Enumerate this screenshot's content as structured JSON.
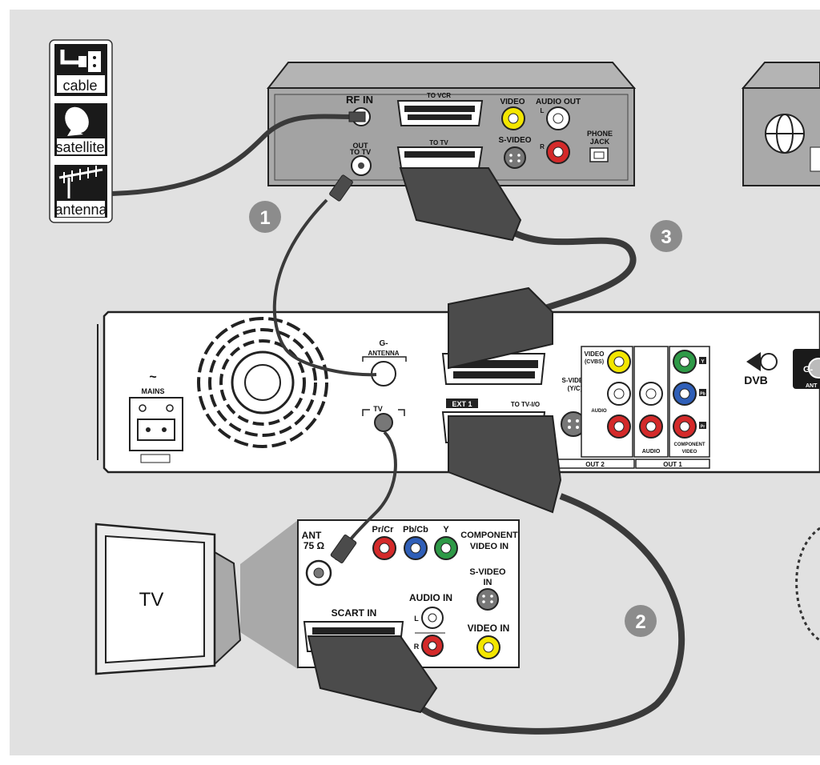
{
  "signal_sources": {
    "cable": "cable",
    "satellite": "satellite",
    "antenna": "antenna"
  },
  "settop_box": {
    "rf_in": "RF IN",
    "out_to_tv_line1": "OUT",
    "out_to_tv_line2": "TO TV",
    "to_vcr": "TO VCR",
    "to_tv": "TO TV",
    "video": "VIDEO",
    "audio_out": "AUDIO OUT",
    "audio_l": "L",
    "audio_r": "R",
    "s_video": "S-VIDEO",
    "phone_jack_line1": "PHONE",
    "phone_jack_line2": "JACK"
  },
  "steps": {
    "step1": "1",
    "step2": "2",
    "step3": "3"
  },
  "recorder": {
    "mains": "MAINS",
    "antenna": "ANTENNA",
    "tv": "TV",
    "ext1": "EXT 1",
    "to_tv_io": "TO TV-I/O",
    "s_video_line1": "S-VIDEO",
    "s_video_line2": "(Y/C)",
    "video_line1": "VIDEO",
    "video_line2": "(CVBS)",
    "audio_side": "AUDIO",
    "audio": "AUDIO",
    "component_line1": "COMPONENT",
    "component_line2": "VIDEO",
    "y_mark": "Y",
    "pb_mark": "Pb",
    "pr_mark": "Pr",
    "out2": "OUT 2",
    "out1": "OUT 1",
    "dvb_logo": "DVB",
    "ant_badge": "ANT"
  },
  "tv_panel": {
    "tv_label": "TV",
    "ant_line1": "ANT",
    "ant_line2": "75 Ω",
    "pr_cr": "Pr/Cr",
    "pb_cb": "Pb/Cb",
    "y": "Y",
    "component_line1": "COMPONENT",
    "component_line2": "VIDEO IN",
    "s_video_line1": "S-VIDEO",
    "s_video_line2": "IN",
    "audio_in": "AUDIO IN",
    "audio_l": "L",
    "audio_r": "R",
    "scart_in": "SCART IN",
    "video_in": "VIDEO IN"
  },
  "colors": {
    "background": "#e1e1e1",
    "device_gray": "#a9a9a9",
    "device_dark": "#8a8a8a",
    "cable": "#3a3a3a",
    "plug": "#4b4b4b",
    "badge": "#8c8c8c",
    "jack_yellow": "#f3e600",
    "jack_red": "#d42a2a",
    "jack_blue": "#2f5fb8",
    "jack_green": "#2e9a47"
  }
}
